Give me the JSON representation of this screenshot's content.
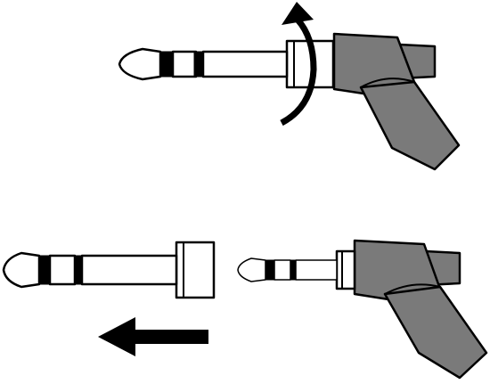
{
  "diagram": {
    "panels": [
      {
        "id": "twist",
        "label": "",
        "action": "rotate"
      },
      {
        "id": "separate",
        "label": "",
        "action": "pull-apart"
      }
    ],
    "icons": {
      "rotate": "curved-arrow-icon",
      "pull": "left-arrow-icon"
    },
    "colors": {
      "outline": "#000000",
      "body_fill": "#7a7a7a",
      "metal_fill": "#ffffff",
      "arrow_fill": "#000000",
      "background": "#ffffff"
    }
  }
}
